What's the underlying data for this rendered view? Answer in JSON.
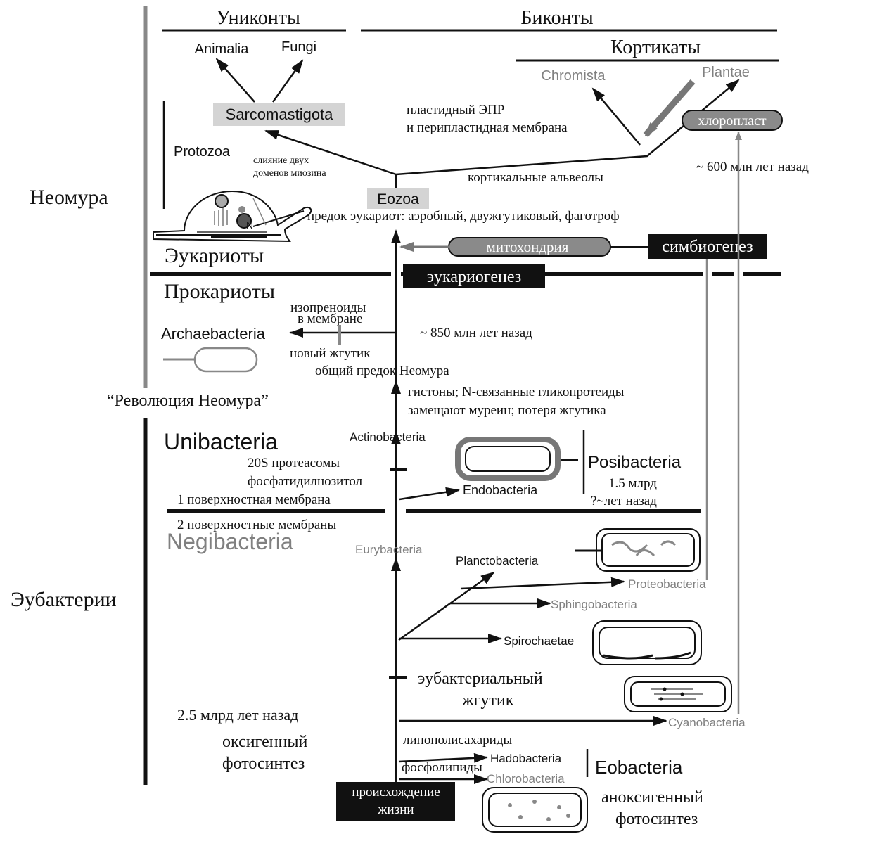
{
  "headers": {
    "unikonts": "Униконты",
    "bikonts": "Биконты",
    "corticates": "Кортикаты"
  },
  "groups": {
    "animalia": "Animalia",
    "fungi": "Fungi",
    "sarcomastigota": "Sarcomastigota",
    "protozoa": "Protozoa",
    "chromista": "Chromista",
    "plantae": "Plantae",
    "eozoa": "Eozoa",
    "archaebacteria": "Archaebacteria",
    "unibacteria": "Unibacteria",
    "actinobacteria": "Actinobacteria",
    "posibacteria": "Posibacteria",
    "endobacteria": "Endobacteria",
    "negibacteria": "Negibacteria",
    "eurybacteria": "Eurybacteria",
    "planctobacteria": "Planctobacteria",
    "proteobacteria": "Proteobacteria",
    "sphingobacteria": "Sphingobacteria",
    "spirochaetae": "Spirochaetae",
    "cyanobacteria": "Cyanobacteria",
    "hadobacteria": "Hadobacteria",
    "chlorobacteria": "Chlorobacteria",
    "eobacteria": "Eobacteria"
  },
  "sections": {
    "neomura": "Неомура",
    "eukaryotes": "Эукариоты",
    "prokaryotes": "Прокариоты",
    "revolution": "“Революция Неомура”",
    "eubacteria": "Эубактерии"
  },
  "events": {
    "myosin_1": "слияние двух",
    "myosin_2": "доменов миозина",
    "plastid_1": "пластидный ЭПР",
    "plastid_2": "и перипластидная мембрана",
    "chloroplast": "хлоропласт",
    "mya600": "~ 600 млн лет назад",
    "alveoli": "кортикальные альвеолы",
    "ancestor": "предок эукариот: аэробный, двужгутиковый, фаготроф",
    "mitochondria": "митохондрия",
    "symbiogenesis": "симбиогенез",
    "eukaryogenesis": "эукариогенез",
    "isoprenoids_1": "изопреноиды",
    "isoprenoids_2": "в мембране",
    "mya850": "~ 850 млн лет назад",
    "new_flagellum": "новый жгутик",
    "neomura_ancestor": "общий предок Неомура",
    "histones_1": "гистоны; N-связанные гликопротеиды",
    "histones_2": "замещают муреин; потеря жгутика",
    "proteasome": "20S протеасомы",
    "phosphatidylinositol": "фосфатидилнозитол",
    "one_membrane": "1 поверхностная мембрана",
    "two_membranes": "2 поверхностные мембраны",
    "bya15_1": "1.5 млрд",
    "bya15_2": "?~лет назад",
    "flagellum_1": "эубактериальный",
    "flagellum_2": "жгутик",
    "bya25": "2.5 млрд лет назад",
    "oxy_1": "оксигенный",
    "oxy_2": "фотосинтез",
    "lps": "липополисахариды",
    "phospholipids": "фосфолипиды",
    "origin_1": "происхождение",
    "origin_2": "жизни",
    "anoxy_1": "аноксигенный",
    "anoxy_2": "фотосинтез"
  },
  "colors": {
    "grey_label": "#808080",
    "box_grey": "#d4d4d4",
    "pill_grey": "#8a8a8a",
    "black": "#111111"
  }
}
